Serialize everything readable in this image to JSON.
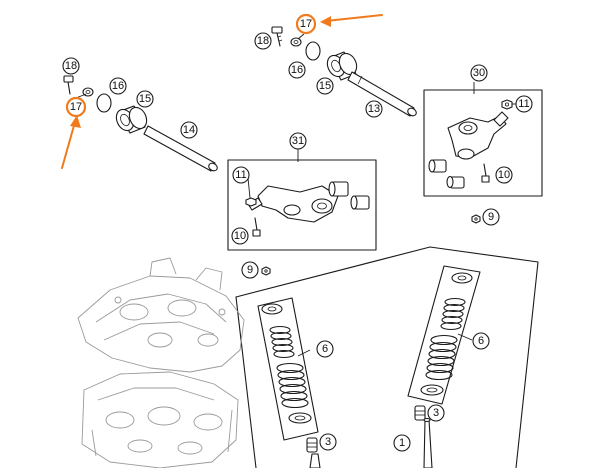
{
  "diagram": {
    "highlight_color": "#f07a1c",
    "callouts": {
      "c17_top": "17",
      "c18_top": "18",
      "c16_top": "16",
      "c15_top": "15",
      "c13": "13",
      "c18_left": "18",
      "c17_left": "17",
      "c16_left": "16",
      "c15_left": "15",
      "c14": "14",
      "c30": "30",
      "c11_right": "11",
      "c10_right": "10",
      "c9_right": "9",
      "c31": "31",
      "c11_mid": "11",
      "c10_mid": "10",
      "c9_left": "9",
      "c6_left": "6",
      "c6_right": "6",
      "c3_left": "3",
      "c3_right": "3",
      "c1": "1"
    }
  }
}
